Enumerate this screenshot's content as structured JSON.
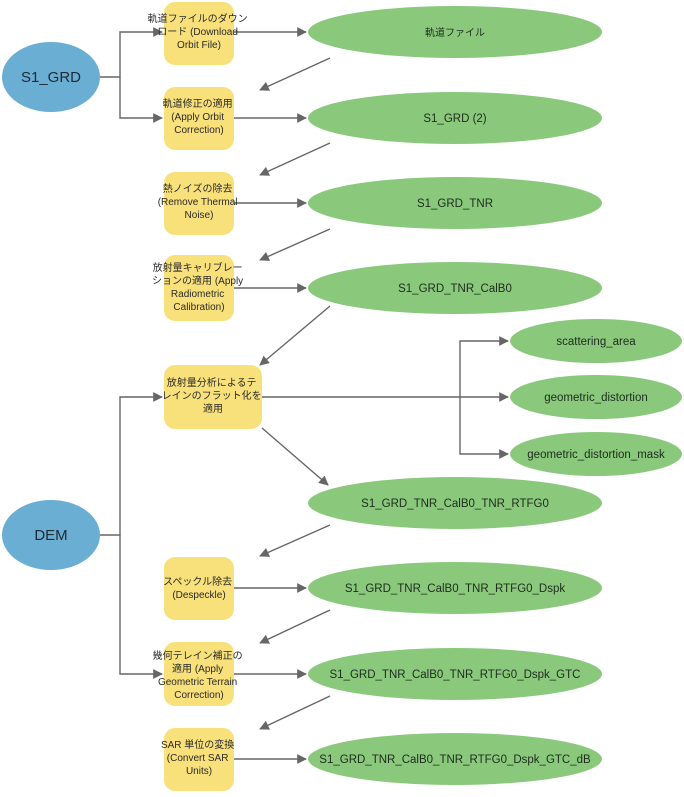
{
  "inputs": {
    "s1_grd": "S1_GRD",
    "dem": "DEM"
  },
  "tools": [
    {
      "id": "download-orbit",
      "lines": [
        "軌道ファイルのダウン",
        "ロード (Download",
        "Orbit File)"
      ]
    },
    {
      "id": "apply-orbit",
      "lines": [
        "軌道修正の適用",
        "(Apply Orbit",
        "Correction)"
      ]
    },
    {
      "id": "thermal-noise",
      "lines": [
        "熱ノイズの除去",
        "(Remove Thermal",
        "Noise)"
      ]
    },
    {
      "id": "radiometric-calibration",
      "lines": [
        "放射量キャリブレー",
        "ションの適用 (Apply",
        "Radiometric",
        "Calibration)"
      ]
    },
    {
      "id": "terrain-flattening",
      "lines": [
        "放射量分析によるテ",
        "レインのフラット化を",
        "適用"
      ]
    },
    {
      "id": "despeckle",
      "lines": [
        "スペックル除去",
        "(Despeckle)"
      ]
    },
    {
      "id": "geometric-terrain",
      "lines": [
        "幾何テレイン補正の",
        "適用 (Apply",
        "Geometric Terrain",
        "Correction)"
      ]
    },
    {
      "id": "convert-units",
      "lines": [
        "SAR 単位の変換",
        "(Convert SAR",
        "Units)"
      ]
    }
  ],
  "outputs": {
    "orbit_file": "軌道ファイル",
    "s1_grd_2": "S1_GRD (2)",
    "tnr": "S1_GRD_TNR",
    "calb0": "S1_GRD_TNR_CalB0",
    "scattering_area": "scattering_area",
    "geometric_distortion": "geometric_distortion",
    "geometric_distortion_mask": "geometric_distortion_mask",
    "rtfg0": "S1_GRD_TNR_CalB0_TNR_RTFG0",
    "dspk": "S1_GRD_TNR_CalB0_TNR_RTFG0_Dspk",
    "gtc": "S1_GRD_TNR_CalB0_TNR_RTFG0_Dspk_GTC",
    "db": "S1_GRD_TNR_CalB0_TNR_RTFG0_Dspk_GTC_dB"
  },
  "colors": {
    "input": "#6aaed3",
    "tool": "#f8e07a",
    "output": "#8ac97c",
    "connector": "#666666"
  }
}
